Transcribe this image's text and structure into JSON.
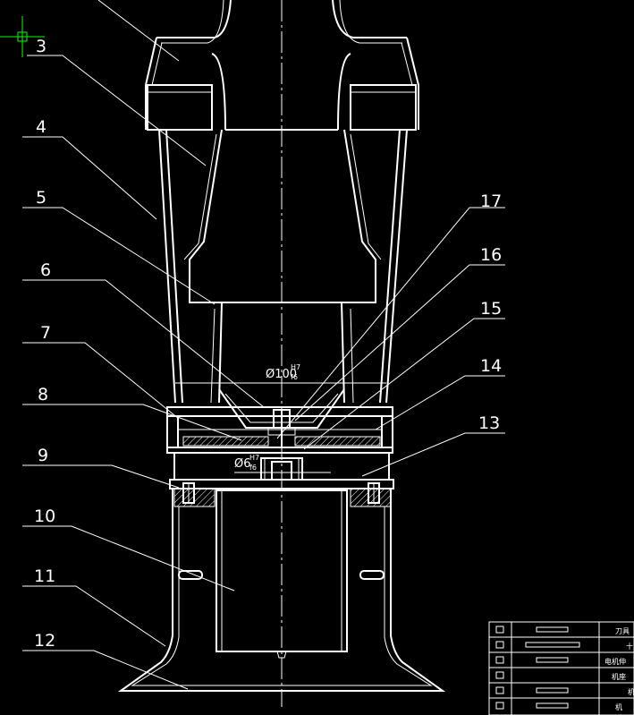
{
  "labels": [
    {
      "id": "3",
      "text": "3"
    },
    {
      "id": "4",
      "text": "4"
    },
    {
      "id": "5",
      "text": "5"
    },
    {
      "id": "6",
      "text": "6"
    },
    {
      "id": "7",
      "text": "7"
    },
    {
      "id": "8",
      "text": "8"
    },
    {
      "id": "9",
      "text": "9"
    },
    {
      "id": "10",
      "text": "10"
    },
    {
      "id": "11",
      "text": "11"
    },
    {
      "id": "12",
      "text": "12"
    },
    {
      "id": "13",
      "text": "13"
    },
    {
      "id": "14",
      "text": "14"
    },
    {
      "id": "15",
      "text": "15"
    },
    {
      "id": "16",
      "text": "16"
    },
    {
      "id": "17",
      "text": "17"
    }
  ],
  "dimensions": {
    "d100": {
      "main": "Ø100",
      "upper": "H7",
      "lower": "f6"
    },
    "d6": {
      "main": "Ø6",
      "upper": "H7",
      "lower": "f6"
    }
  },
  "title_block": {
    "rows": [
      {
        "text": "刀具"
      },
      {
        "text": "十"
      },
      {
        "text": "电机伸"
      },
      {
        "text": "机座"
      },
      {
        "text": "机"
      },
      {
        "text": "机"
      }
    ]
  },
  "colors": {
    "background": "#000000",
    "line": "#ffffff",
    "cursor": "#00ff00"
  },
  "icons": {
    "cursor": "crosshair-cursor-icon"
  }
}
